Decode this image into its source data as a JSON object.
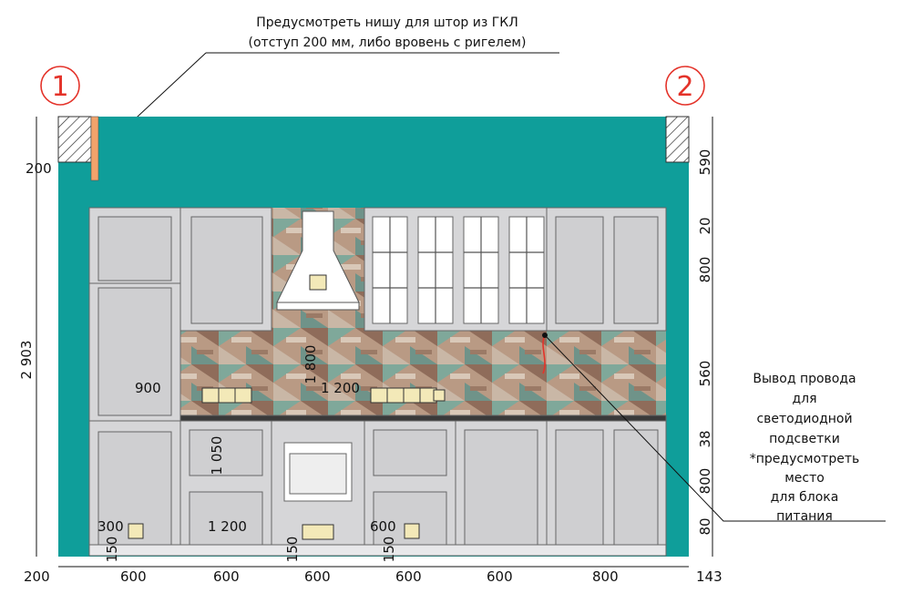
{
  "top_note": [
    "Предусмотреть нишу для штор из ГКЛ",
    "(отступ 200 мм, либо вровень с ригелем)"
  ],
  "side_note": [
    "Вывод провода",
    "для",
    "светодиодной",
    "подсветки",
    "*предусмотреть",
    "место",
    "для блока",
    "питания"
  ],
  "axes": [
    "1",
    "2"
  ],
  "dims": {
    "left_200": "200",
    "total_height": "2 903",
    "right": [
      "590",
      "20",
      "800",
      "560",
      "38",
      "800",
      "80"
    ],
    "bottom": [
      "200",
      "600",
      "600",
      "600",
      "600",
      "600",
      "800",
      "143"
    ],
    "sockets": {
      "h900": "900",
      "h1800": "1 800",
      "w1200_top": "1 200",
      "h1050": "1 050",
      "w1200_low": "1 200",
      "w300": "300",
      "w600": "600",
      "h150": [
        "150",
        "150",
        "150"
      ]
    }
  },
  "colors": {
    "wall": "#0f9e9a",
    "cabinet": "#d6d6d8",
    "axis": "#e4332a",
    "pipe": "#f2a36b"
  }
}
